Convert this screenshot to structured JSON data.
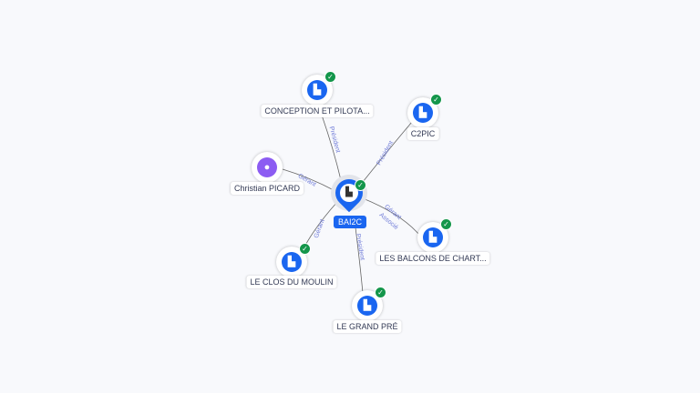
{
  "center": {
    "name": "BAI2C"
  },
  "nodes": [
    {
      "name": "CONCEPTION ET PILOTA...",
      "relation": "Président"
    },
    {
      "name": "C2PIC",
      "relation": "Président"
    },
    {
      "name": "Christian PICARD",
      "relation": "Gérant"
    },
    {
      "name": "LES BALCONS DE CHART...",
      "relation": "Gérant",
      "relation2": "Associé"
    },
    {
      "name": "LE CLOS DU MOULIN",
      "relation": "Gérant"
    },
    {
      "name": "LE GRAND PRÉ",
      "relation": "Président"
    }
  ],
  "colors": {
    "company": "#1a66f0",
    "person": "#8c5cf2",
    "verified": "#14964b"
  }
}
